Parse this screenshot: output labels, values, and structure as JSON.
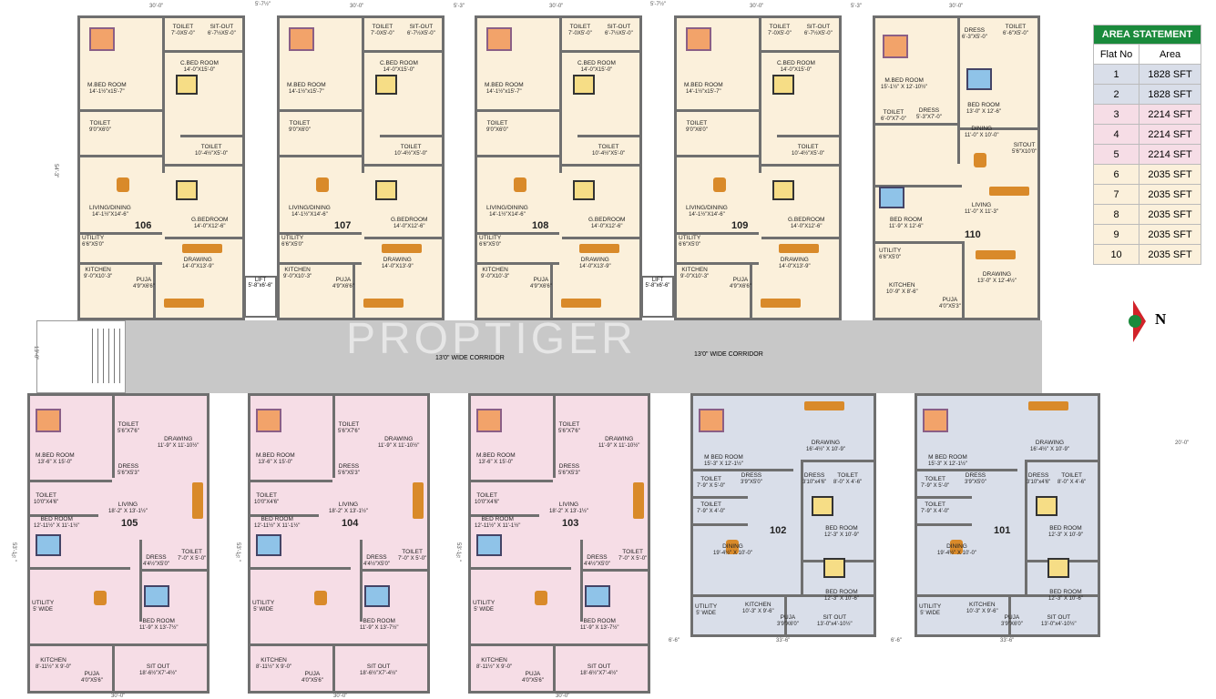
{
  "watermark": "PROPTIGER",
  "corridor_labels": [
    "13'0\" WIDE CORRIDOR",
    "13'0\" WIDE CORRIDOR"
  ],
  "north_label": "N",
  "colors": {
    "cream": "#fbf0db",
    "pink": "#f6dde6",
    "blue": "#d9dee9",
    "legend_header": "#1a8a3c",
    "corridor": "#c8c8c8"
  },
  "legend": {
    "title": "AREA STATEMENT",
    "col_flat": "Flat No",
    "col_area": "Area",
    "rows": [
      {
        "flat": "1",
        "area": "1828 SFT",
        "color": "#d9dee9"
      },
      {
        "flat": "2",
        "area": "1828 SFT",
        "color": "#d9dee9"
      },
      {
        "flat": "3",
        "area": "2214 SFT",
        "color": "#f6dde6"
      },
      {
        "flat": "4",
        "area": "2214 SFT",
        "color": "#f6dde6"
      },
      {
        "flat": "5",
        "area": "2214 SFT",
        "color": "#f6dde6"
      },
      {
        "flat": "6",
        "area": "2035 SFT",
        "color": "#fbf0db"
      },
      {
        "flat": "7",
        "area": "2035 SFT",
        "color": "#fbf0db"
      },
      {
        "flat": "8",
        "area": "2035 SFT",
        "color": "#fbf0db"
      },
      {
        "flat": "9",
        "area": "2035 SFT",
        "color": "#fbf0db"
      },
      {
        "flat": "10",
        "area": "2035 SFT",
        "color": "#fbf0db"
      }
    ]
  },
  "lifts": [
    "LIFT 5'-8\"x6'-6\"",
    "LIFT 5'-8\"x6'-6\""
  ],
  "top_units": [
    {
      "number": "106"
    },
    {
      "number": "107"
    },
    {
      "number": "108"
    },
    {
      "number": "109"
    }
  ],
  "top_rooms": {
    "toilet_top": [
      "TOILET",
      "7'-0X5'-0\""
    ],
    "sitout": [
      "SIT-OUT",
      "6'-7½X5'-0\""
    ],
    "mbed": [
      "M.BED ROOM",
      "14'-1½\"x15'-7\""
    ],
    "cbed": [
      "C.BED ROOM",
      "14'-0\"X15'-0\""
    ],
    "toilet_mid": [
      "TOILET",
      "9'0\"X6'0\""
    ],
    "toilet_right": [
      "TOILET",
      "10'-4½\"X5'-0\""
    ],
    "living": [
      "LIVING/DINING",
      "14'-1½\"X14'-6\""
    ],
    "gbed": [
      "G.BEDROOM",
      "14'-0\"X12'-6\""
    ],
    "utility": [
      "UTILITY",
      "6'6\"X5'0\""
    ],
    "kitchen": [
      "KITCHEN",
      "9'-0\"X10'-3\""
    ],
    "puja": [
      "PUJA",
      "4'9\"X6'6\""
    ],
    "drawing": [
      "DRAWING",
      "14'-0\"X13'-9\""
    ]
  },
  "unit110": {
    "number": "110",
    "rooms": [
      [
        "DRESS",
        "6'-3\"X5'-0\""
      ],
      [
        "TOILET",
        "6'-6\"X5'-0\""
      ],
      [
        "M.BED ROOM",
        "15'-1½\" X 12'-10½\""
      ],
      [
        "BED ROOM",
        "13'-0\" X 12'-6\""
      ],
      [
        "TOILET",
        "6'-0\"X7'-0\""
      ],
      [
        "DRESS",
        "5'-3\"X7'-0\""
      ],
      [
        "DINING",
        "11'-0\" X 10'-0\""
      ],
      [
        "SITOUT",
        "5'6\"X10'0\""
      ],
      [
        "BED ROOM",
        "11'-9\" X 12'-6\""
      ],
      [
        "LIVING",
        "11'-0\" X 11'-3\""
      ],
      [
        "UTILITY",
        "6'6\"X5'0\""
      ],
      [
        "KITCHEN",
        "10'-9\" X 8'-6\""
      ],
      [
        "PUJA",
        "4'0\"X5'3\""
      ],
      [
        "DRAWING",
        "13'-0\" X 12'-4½\""
      ]
    ]
  },
  "pink_units": [
    {
      "number": "105"
    },
    {
      "number": "104"
    },
    {
      "number": "103"
    }
  ],
  "pink_rooms": {
    "mbed": [
      "M.BED ROOM",
      "13'-6\" X 15'-0\""
    ],
    "toilet_top": [
      "TOILET",
      "5'6\"X7'6\""
    ],
    "drawing": [
      "DRAWING",
      "11'-9\" X 11'-10½\""
    ],
    "dress": [
      "DRESS",
      "5'6\"X5'3\""
    ],
    "toilet_left": [
      "TOILET",
      "10'0\"X4'6\""
    ],
    "living": [
      "LIVING",
      "18'-2\" X 13'-1½\""
    ],
    "bed_left": [
      "BED ROOM",
      "12'-11½\" X 11'-1½\""
    ],
    "dress2": [
      "DRESS",
      "4'4½\"X5'0\""
    ],
    "toilet_right": [
      "TOILET",
      "7'-0\" X 5'-0\""
    ],
    "utility": [
      "UTILITY",
      "5' WIDE"
    ],
    "bed_right": [
      "BED ROOM",
      "11'-9\" X 13'-7½\""
    ],
    "kitchen": [
      "KITCHEN",
      "8'-11½\" X 9'-0\""
    ],
    "puja": [
      "PUJA",
      "4'0\"X5'6\""
    ],
    "sitout": [
      "SIT OUT",
      "18'-6½\"X7'-4½\""
    ]
  },
  "blue_units": [
    {
      "number": "102"
    },
    {
      "number": "101"
    }
  ],
  "blue_rooms": {
    "mbed": [
      "M BED ROOM",
      "15'-3\" X 12'-1½\""
    ],
    "drawing": [
      "DRAWING",
      "16'-4½\" X 10'-9\""
    ],
    "toilet1": [
      "TOILET",
      "7'-9\" X 5'-0\""
    ],
    "dress1": [
      "DRESS",
      "3'9\"X5'0\""
    ],
    "dress2": [
      "DRESS",
      "3'10\"x4'6\""
    ],
    "toilet2": [
      "TOILET",
      "8'-0\" X 4'-6\""
    ],
    "toilet3": [
      "TOILET",
      "7'-9\" X 4'-0\""
    ],
    "bed1": [
      "BED ROOM",
      "12'-3\" X 10'-9\""
    ],
    "dining": [
      "DINING",
      "19'-4½\" X 10'-0\""
    ],
    "bed2": [
      "BED ROOM",
      "12'-3\" X 10'-6\""
    ],
    "utility": [
      "UTILITY",
      "5' WIDE"
    ],
    "kitchen": [
      "KITCHEN",
      "10'-3\" X 9'-6\""
    ],
    "puja": [
      "PUJA",
      "3'9\"X6'0\""
    ],
    "sitout": [
      "SIT OUT",
      "13'-0\"x4'-10½\""
    ]
  },
  "dimensions": {
    "top_width": "30'-0\"",
    "gap_top": "5'-7½\"",
    "gap_mid": "5'-3\"",
    "height_left": "54'-3\"",
    "height_pink": "53'-1½\"",
    "bottom_pink": "30'-0\"",
    "bottom_blue": "33'-6\"",
    "gap_bottom": "6'-6\"",
    "right_width": "20'-0\"",
    "corridor_height": "13'-0\""
  }
}
